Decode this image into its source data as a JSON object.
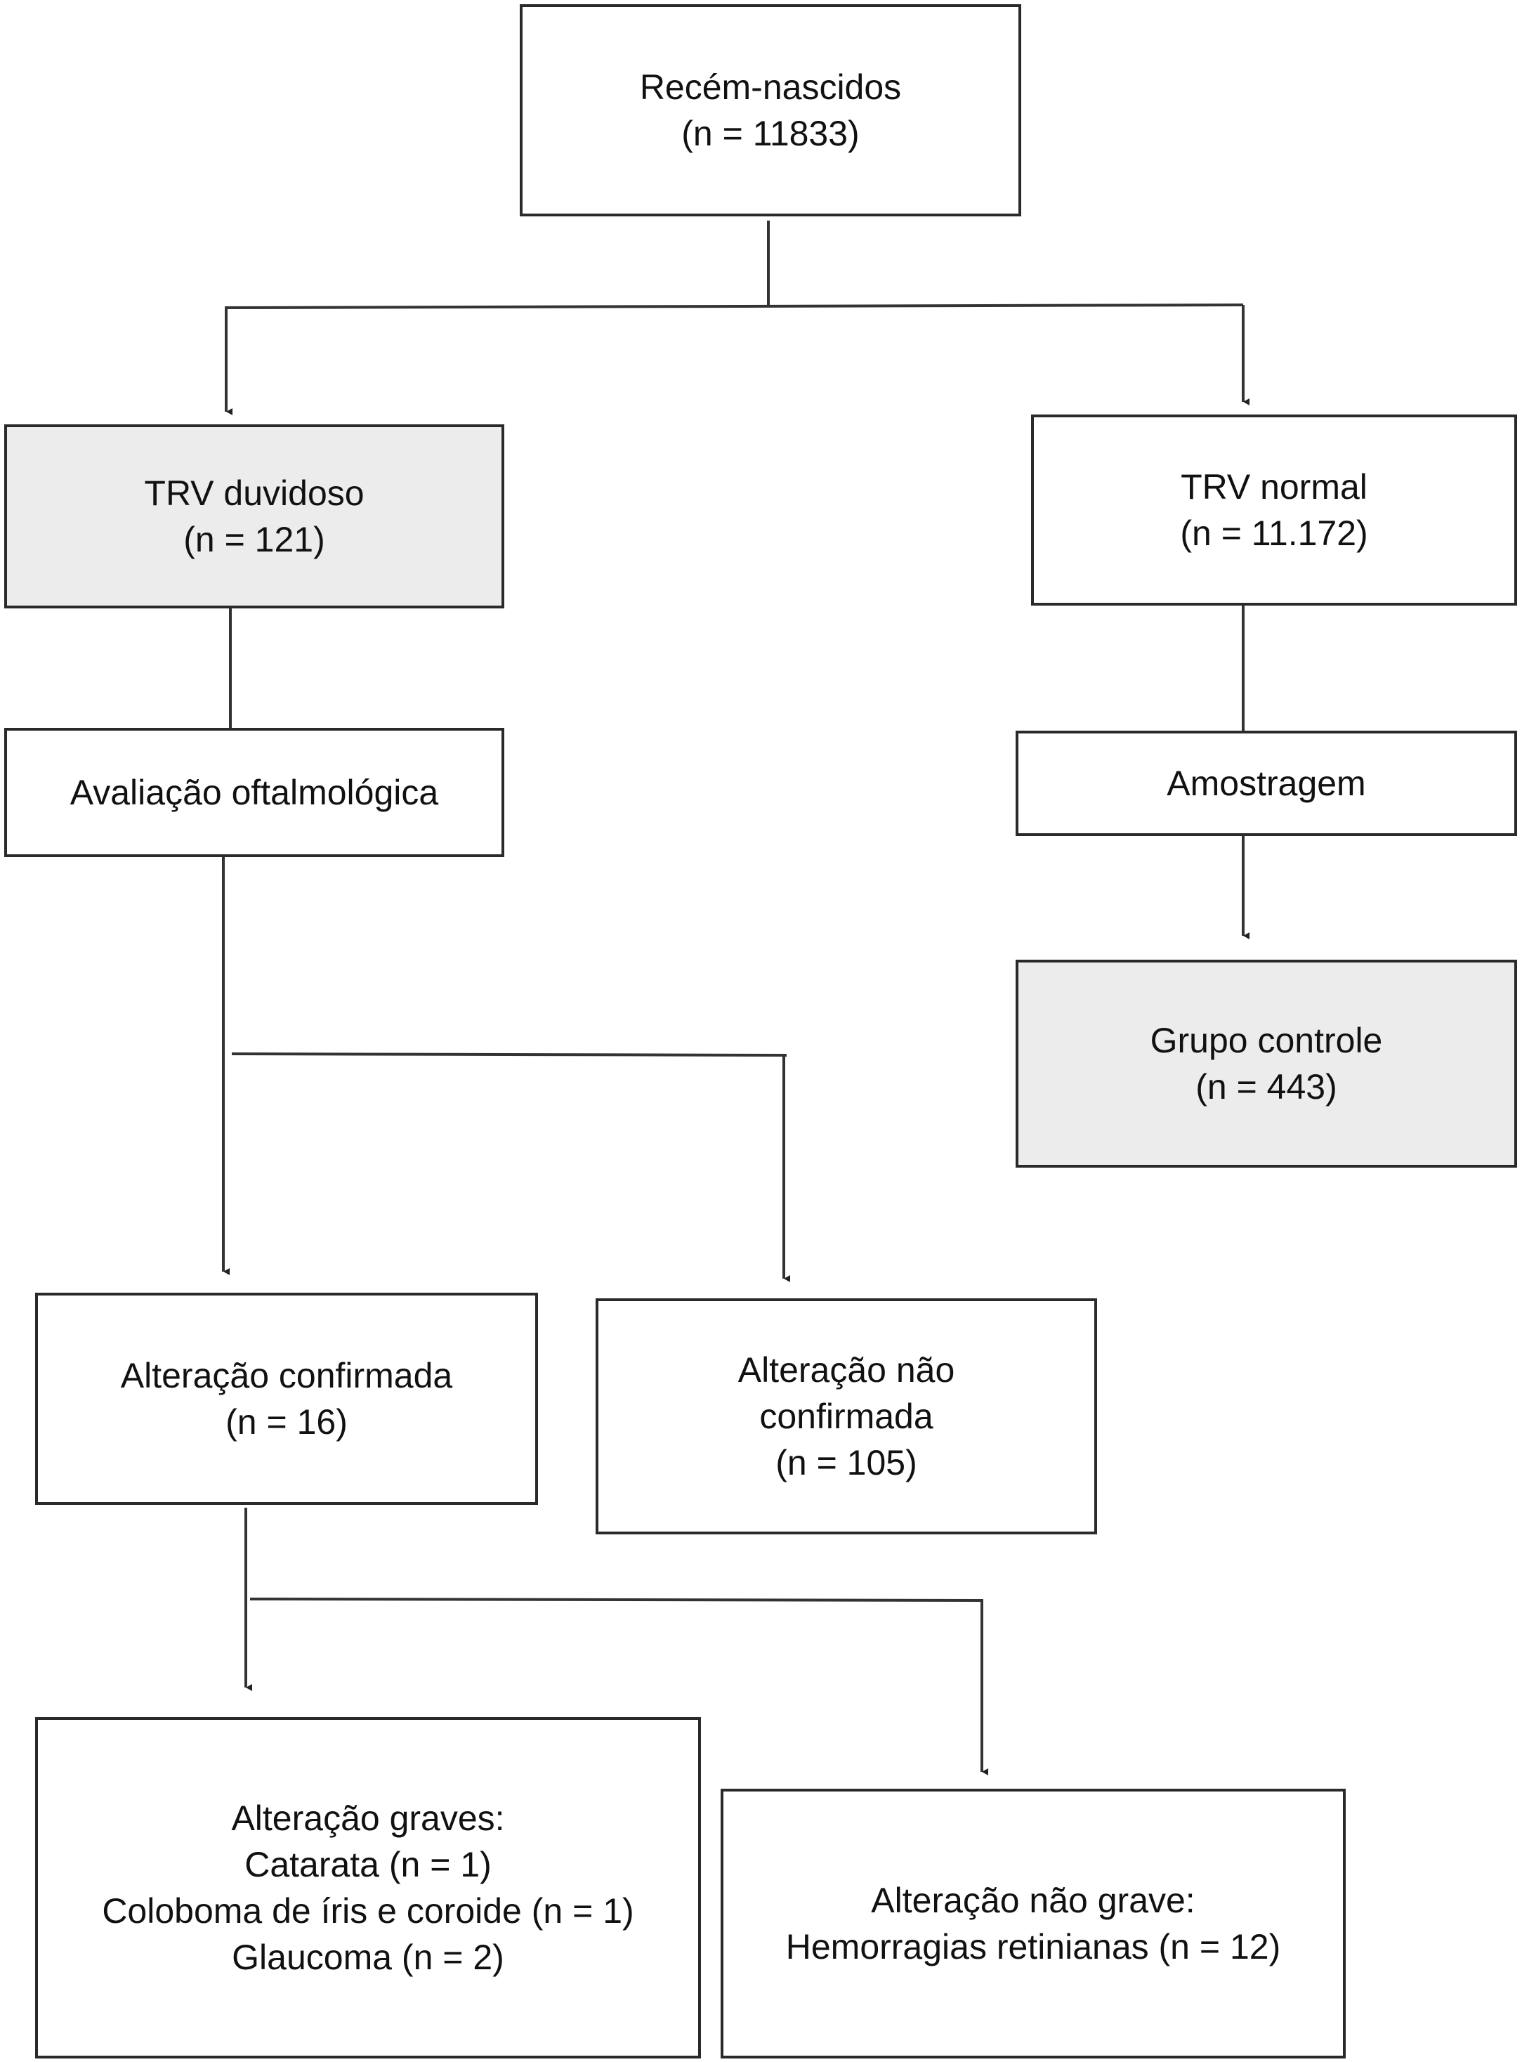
{
  "diagram": {
    "root": {
      "line1": "Recém-nascidos",
      "line2": "(n = 11833)"
    },
    "trv_duvidoso": {
      "line1": "TRV duvidoso",
      "line2": "(n = 121)"
    },
    "trv_normal": {
      "line1": "TRV normal",
      "line2": "(n = 11.172)"
    },
    "avaliacao": {
      "line1": "Avaliação oftalmológica"
    },
    "amostragem": {
      "line1": "Amostragem"
    },
    "grupo_controle": {
      "line1": "Grupo controle",
      "line2": "(n = 443)"
    },
    "alteracao_confirmada": {
      "line1": "Alteração confirmada",
      "line2": "(n = 16)"
    },
    "alteracao_nao_confirmada": {
      "line1": "Alteração não",
      "line2": "confirmada",
      "line3": "(n = 105)"
    },
    "alteracao_graves": {
      "line1": "Alteração graves:",
      "line2": "Catarata (n = 1)",
      "line3": "Coloboma de íris e coroide (n = 1)",
      "line4": "Glaucoma (n = 2)"
    },
    "alteracao_nao_grave": {
      "line1": "Alteração não grave:",
      "line2": "Hemorragias retinianas (n = 12)"
    }
  }
}
